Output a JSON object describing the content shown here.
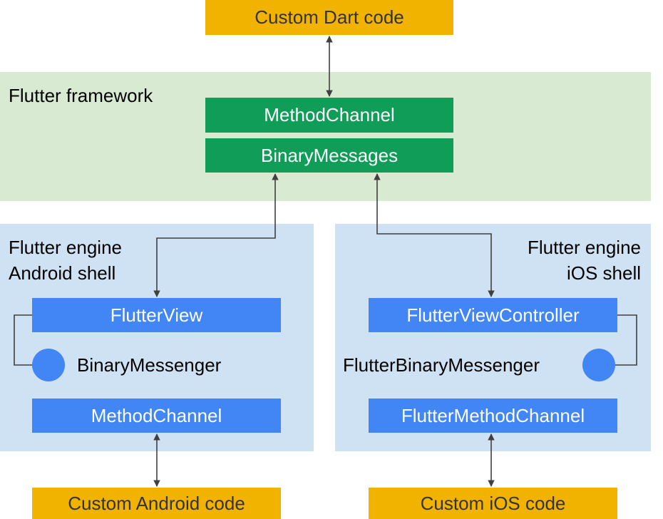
{
  "top": {
    "dart_code": "Custom Dart code"
  },
  "framework": {
    "title": "Flutter framework",
    "method_channel": "MethodChannel",
    "binary_messages": "BinaryMessages"
  },
  "android": {
    "title_line1": "Flutter engine",
    "title_line2": "Android shell",
    "flutter_view": "FlutterView",
    "binary_messenger": "BinaryMessenger",
    "method_channel": "MethodChannel",
    "custom_code": "Custom Android code"
  },
  "ios": {
    "title_line1": "Flutter engine",
    "title_line2": "iOS shell",
    "view_controller": "FlutterViewController",
    "binary_messenger": "FlutterBinaryMessenger",
    "method_channel": "FlutterMethodChannel",
    "custom_code": "Custom iOS code"
  },
  "colors": {
    "orange": "#f1b300",
    "green": "#0f9d58",
    "blue": "#4285f4",
    "framework_bg": "#d9ead3",
    "shell_bg": "#cfe2f3",
    "connector": "#404040"
  }
}
